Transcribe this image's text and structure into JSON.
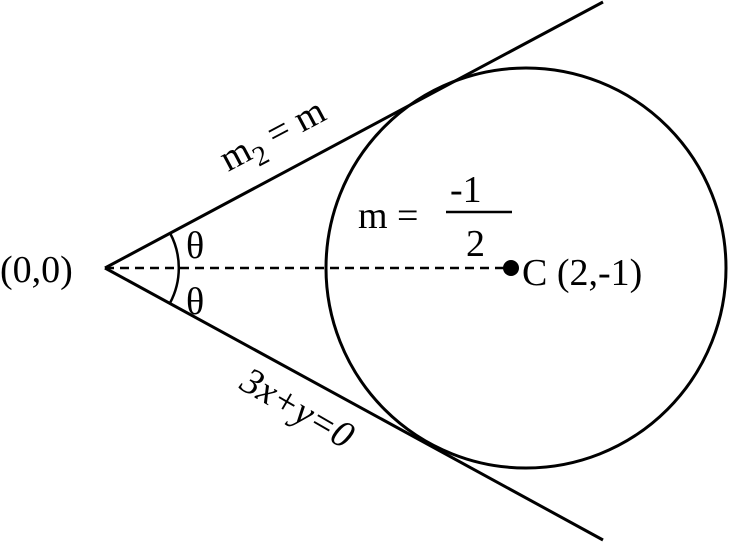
{
  "labels": {
    "origin": "(0,0)",
    "upper_line": "m",
    "upper_line_sub": "2",
    "upper_line_rhs": " = m",
    "slope_lhs": "m =",
    "slope_num": "-1",
    "slope_den": "2",
    "theta_upper": "θ",
    "theta_lower": "θ",
    "center": "C (2,-1)",
    "lower_line": "3x+y=0"
  },
  "colors": {
    "stroke": "#000000",
    "background": "#ffffff"
  }
}
